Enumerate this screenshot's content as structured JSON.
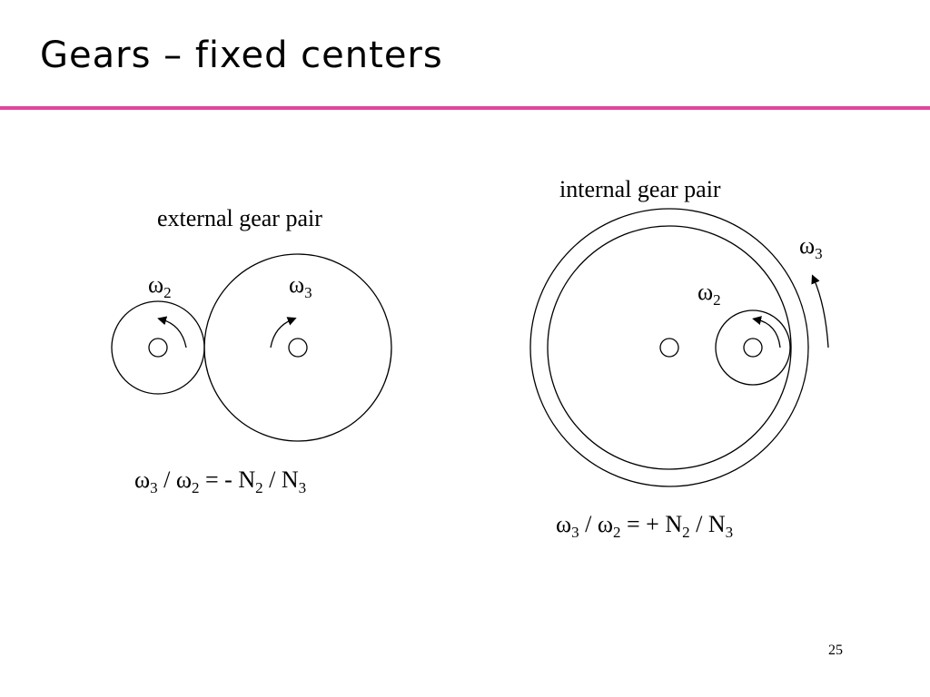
{
  "slide": {
    "title": "Gears – fixed centers",
    "accent_color": "#e0479e",
    "page_number": "25"
  },
  "external": {
    "label": "external gear pair",
    "omega_small": {
      "symbol": "ω",
      "sub": "2"
    },
    "omega_large": {
      "symbol": "ω",
      "sub": "3"
    },
    "equation": {
      "w3": "ω",
      "w3_sub": "3",
      "slash1": " / ",
      "w2": "ω",
      "w2_sub": "2",
      "equals": " = - ",
      "n2": "N",
      "n2_sub": "2",
      "slash2": " / ",
      "n3": "N",
      "n3_sub": "3"
    }
  },
  "internal": {
    "label": "internal gear pair",
    "omega_ring": {
      "symbol": "ω",
      "sub": "3"
    },
    "omega_pinion": {
      "symbol": "ω",
      "sub": "2"
    },
    "equation": {
      "w3": "ω",
      "w3_sub": "3",
      "slash1": " / ",
      "w2": "ω",
      "w2_sub": "2",
      "equals": " = + ",
      "n2": "N",
      "n2_sub": "2",
      "slash2": " / ",
      "n3": "N",
      "n3_sub": "3"
    }
  }
}
